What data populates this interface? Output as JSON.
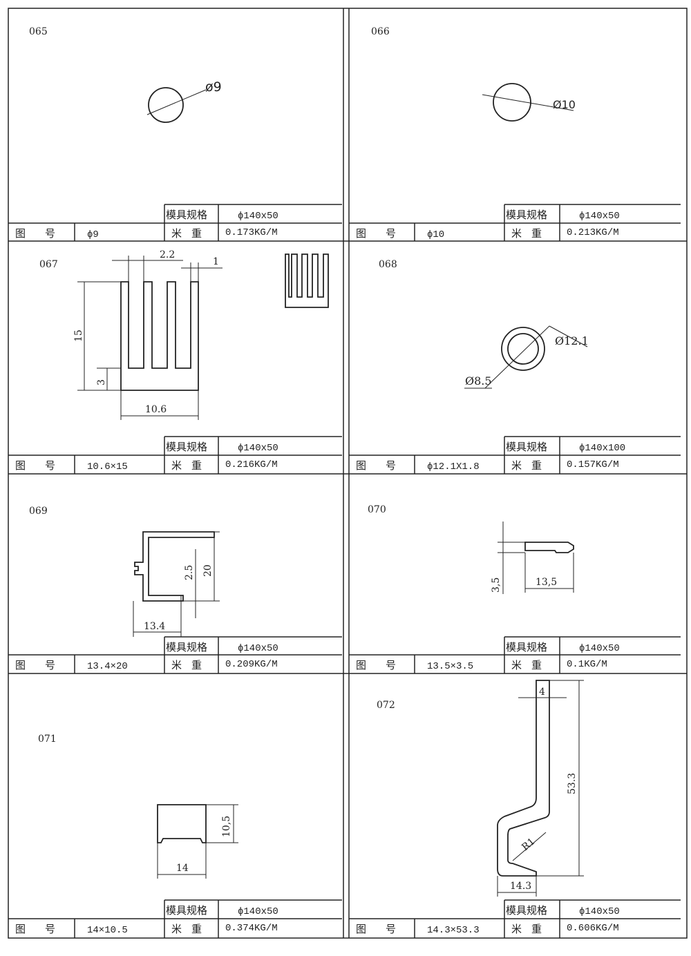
{
  "labels": {
    "mold_spec": "模具规格",
    "drawing_no": "图号",
    "weight": "米重"
  },
  "cells": [
    {
      "id": "065",
      "mold": "ϕ140x50",
      "drawing_no": "ϕ9",
      "weight": "0.173KG/M",
      "dims": [
        "ø9"
      ]
    },
    {
      "id": "066",
      "mold": "ϕ140x50",
      "drawing_no": "ϕ10",
      "weight": "0.213KG/M",
      "dims": [
        "Ø10"
      ]
    },
    {
      "id": "067",
      "mold": "ϕ140x50",
      "drawing_no": "10.6×15",
      "weight": "0.216KG/M",
      "dims": [
        "2.2",
        "1",
        "15",
        "3",
        "10.6"
      ]
    },
    {
      "id": "068",
      "mold": "ϕ140x100",
      "drawing_no": "ϕ12.1X1.8",
      "weight": "0.157KG/M",
      "dims": [
        "Ø12.1",
        "Ø8.5"
      ]
    },
    {
      "id": "069",
      "mold": "ϕ140x50",
      "drawing_no": "13.4×20",
      "weight": "0.209KG/M",
      "dims": [
        "2.5",
        "20",
        "13.4"
      ]
    },
    {
      "id": "070",
      "mold": "ϕ140x50",
      "drawing_no": "13.5×3.5",
      "weight": "0.1KG/M",
      "dims": [
        "3,5",
        "13,5"
      ]
    },
    {
      "id": "071",
      "mold": "ϕ140x50",
      "drawing_no": "14×10.5",
      "weight": "0.374KG/M",
      "dims": [
        "10,5",
        "14"
      ]
    },
    {
      "id": "072",
      "mold": "ϕ140x50",
      "drawing_no": "14.3×53.3",
      "weight": "0.606KG/M",
      "dims": [
        "4",
        "53.3",
        "R1",
        "14.3"
      ]
    }
  ]
}
